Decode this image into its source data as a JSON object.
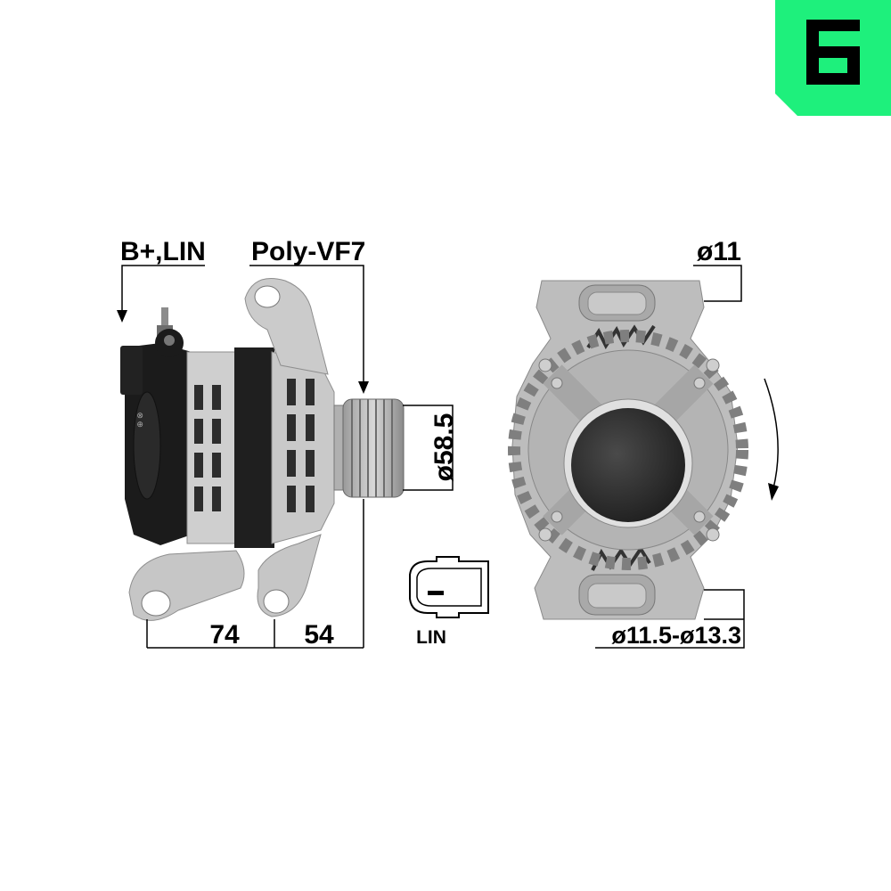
{
  "brand": {
    "color": "#1ef07c",
    "logo_name": "brand-logo-icon"
  },
  "labels": {
    "terminal": "B+,LIN",
    "pulley_type": "Poly-VF7",
    "pulley_diameter": "ø58.5",
    "mount_dist_1": "74",
    "mount_dist_2": "54",
    "connector": "LIN",
    "top_hole": "ø11",
    "bottom_hole": "ø11.5-ø13.3"
  },
  "colors": {
    "body": "#bdbdbd",
    "dark": "#1b1b1b",
    "line": "#000000"
  }
}
